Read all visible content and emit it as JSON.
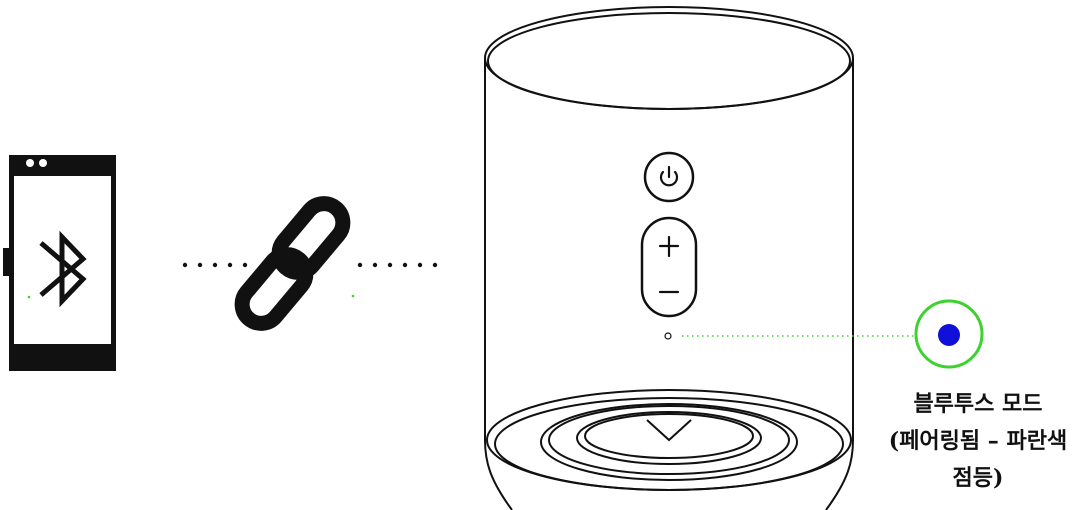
{
  "status_caption": {
    "line1": "블루투스 모드",
    "line2": "(페어링됨 – 파란색",
    "line3": "점등)"
  },
  "icons": {
    "phone": "smartphone-icon",
    "bluetooth": "bluetooth-icon",
    "link": "chain-link-icon",
    "power": "power-icon",
    "volume_up": "plus-icon",
    "volume_down": "minus-icon",
    "led": "status-led-icon"
  },
  "colors": {
    "outline": "#111111",
    "led_ring": "#3fd12f",
    "led_fill": "#1010d8",
    "connector_dots": "#3fd12f",
    "background": "#ffffff"
  },
  "led_state": "solid blue"
}
